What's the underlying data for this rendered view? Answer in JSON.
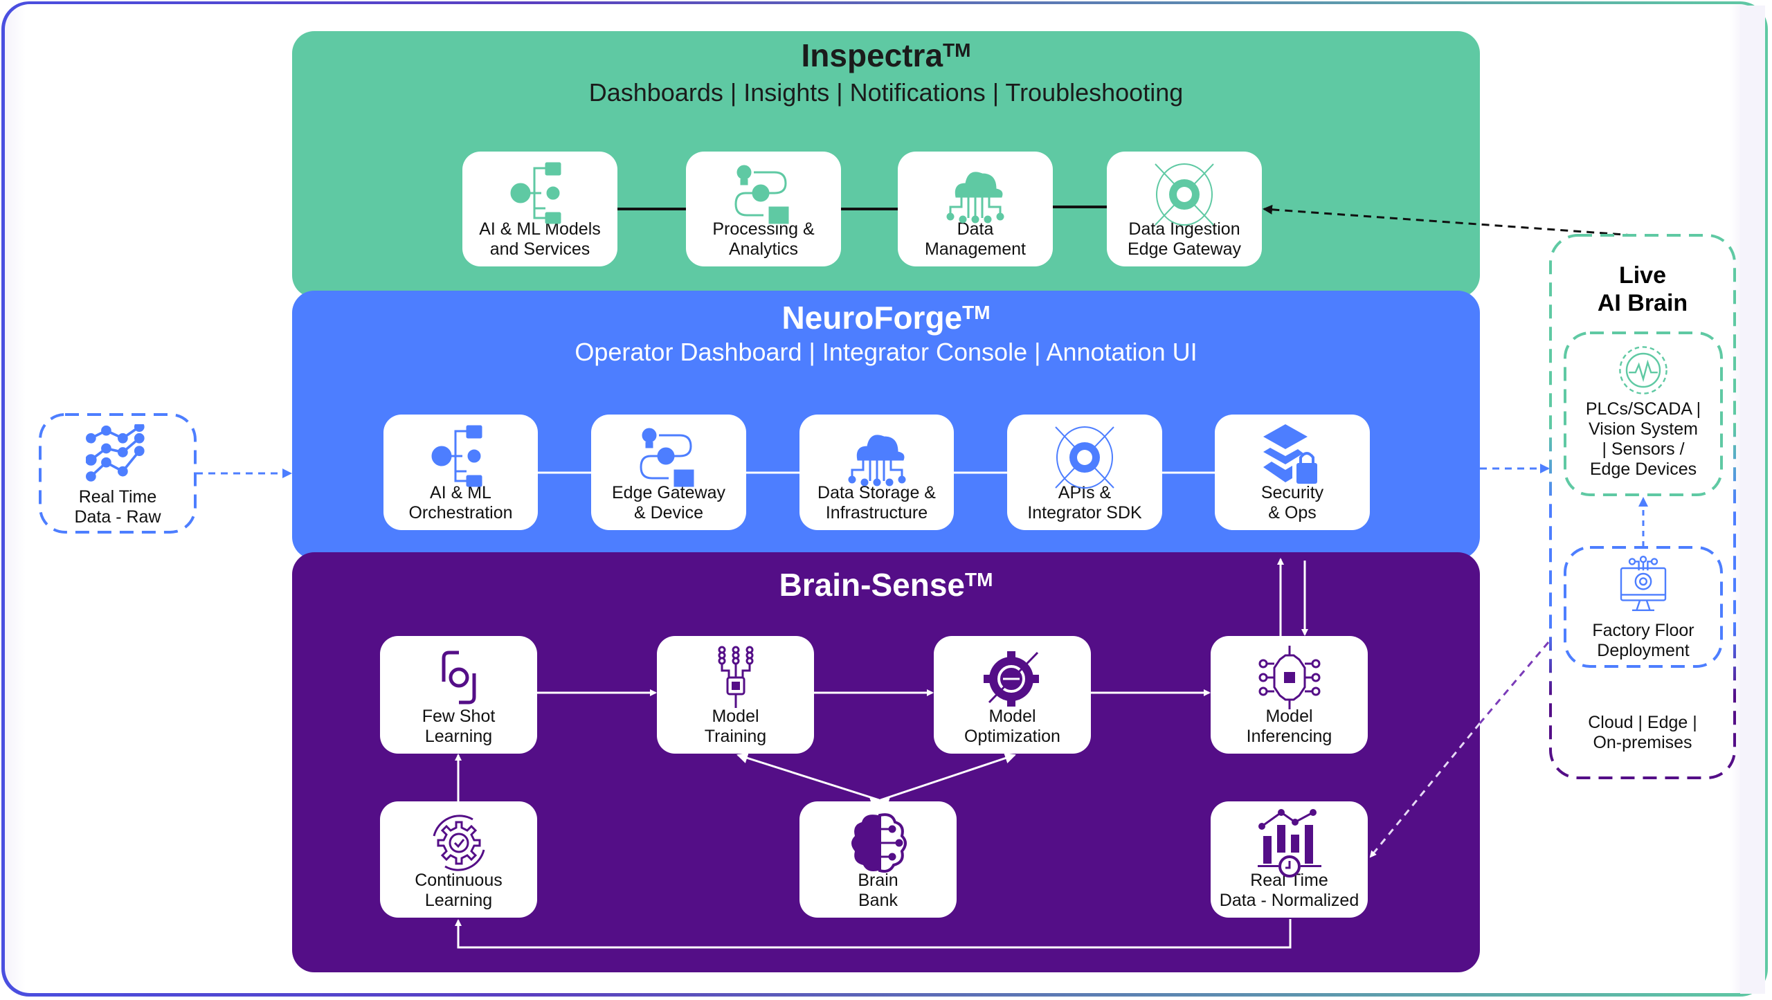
{
  "colors": {
    "inspectra": "#5fc9a3",
    "neuroforge": "#4d7eff",
    "brain_sense": "#540e87",
    "card": "#ffffff",
    "text_dark": "#111111",
    "live_brain_green": "#5fc9a3",
    "live_brain_blue": "#4d7eff",
    "live_brain_purple": "#540e87"
  },
  "inspectra": {
    "title": "Inspectra",
    "tm": "TM",
    "subtitle": "Dashboards | Insights | Notifications | Troubleshooting",
    "cards": [
      {
        "label": "AI & ML Models\nand Services",
        "icon": "org-chart-globe-icon"
      },
      {
        "label": "Processing &\nAnalytics",
        "icon": "process-cycle-icon"
      },
      {
        "label": "Data\nManagement",
        "icon": "cloud-network-icon"
      },
      {
        "label": "Data Ingestion\nEdge Gateway",
        "icon": "gear-globe-network-icon"
      }
    ]
  },
  "neuroforge": {
    "title": "NeuroForge",
    "tm": "TM",
    "subtitle": "Operator Dashboard | Integrator Console | Annotation UI",
    "cards": [
      {
        "label": "AI & ML\nOrchestration",
        "icon": "org-chart-globe-icon"
      },
      {
        "label": "Edge Gateway\n& Device",
        "icon": "process-cycle-icon"
      },
      {
        "label": "Data Storage &\nInfrastructure",
        "icon": "cloud-network-icon"
      },
      {
        "label": "APIs &\nIntegrator SDK",
        "icon": "gear-globe-network-icon"
      },
      {
        "label": "Security\n& Ops",
        "icon": "layers-lock-icon"
      }
    ]
  },
  "brain_sense": {
    "title": "Brain-Sense",
    "tm": "TM",
    "cards": [
      {
        "label": "Few Shot\nLearning",
        "icon": "focus-frame-icon"
      },
      {
        "label": "Model\nTraining",
        "icon": "chip-network-icon"
      },
      {
        "label": "Model\nOptimization",
        "icon": "gear-optimize-icon"
      },
      {
        "label": "Model\nInferencing",
        "icon": "chip-gear-nodes-icon"
      },
      {
        "label": "Continuous\nLearning",
        "icon": "gear-cycle-check-icon"
      },
      {
        "label": "Brain\nBank",
        "icon": "brain-circuit-icon"
      },
      {
        "label": "Real Time\nData - Normalized",
        "icon": "bar-chart-clock-icon"
      }
    ]
  },
  "left_input": {
    "label": "Real Time\nData - Raw",
    "icon": "line-graph-icon"
  },
  "live_brain": {
    "title": "Live\nAI Brain",
    "sources": {
      "label": "PLCs/SCADA |\nVision System\n| Sensors /\nEdge Devices",
      "icon": "gear-pulse-icon"
    },
    "factory": {
      "label": "Factory Floor\nDeployment",
      "icon": "monitor-gear-icon"
    },
    "deploy_targets": "Cloud | Edge |\nOn-premises"
  }
}
